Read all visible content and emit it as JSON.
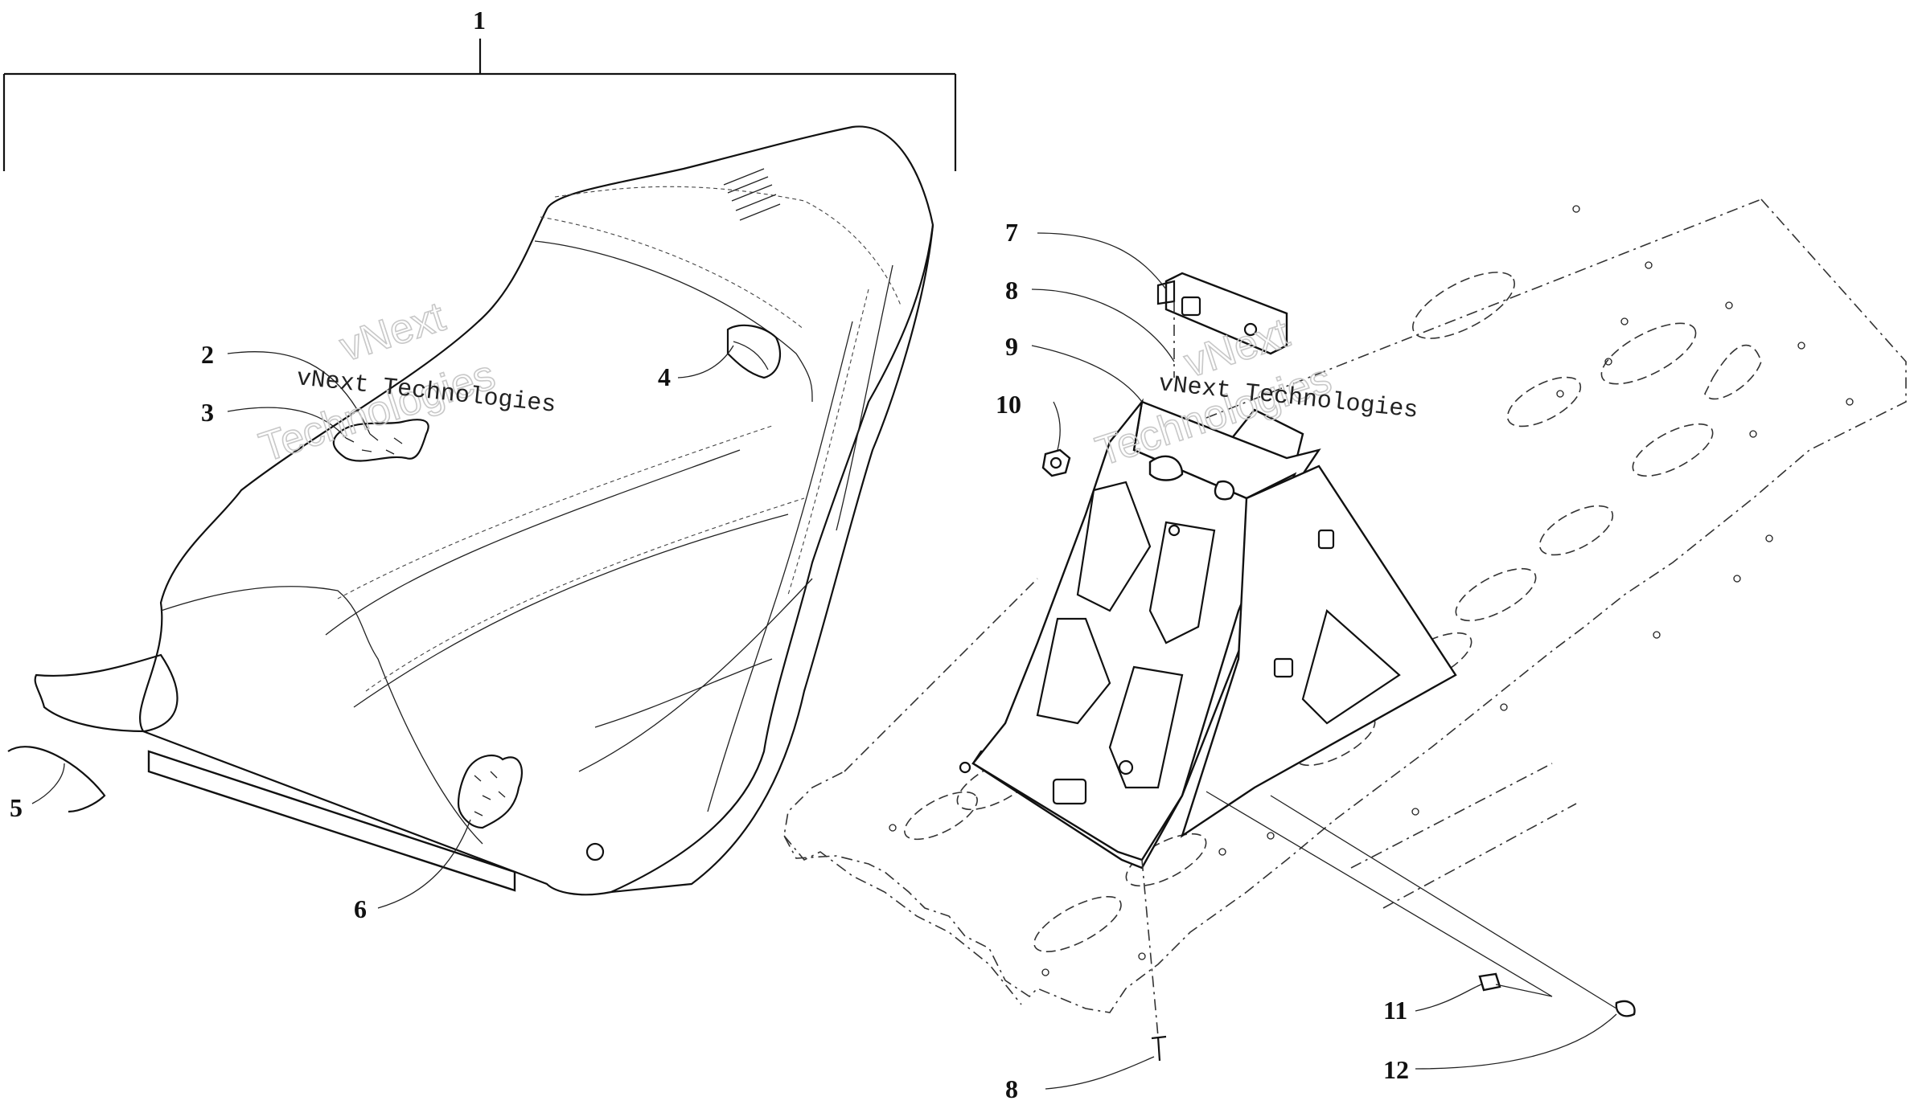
{
  "callouts": {
    "c1": "1",
    "c2": "2",
    "c3": "3",
    "c4": "4",
    "c5": "5",
    "c6": "6",
    "c7": "7",
    "c8a": "8",
    "c9": "9",
    "c10": "10",
    "c11": "11",
    "c12": "12",
    "c8b": "8"
  },
  "watermarks": [
    {
      "line1": "vNext Technologies",
      "ghost1": "vNext",
      "ghost2": "Technologies"
    },
    {
      "line1": "vNext Technologies",
      "ghost1": "vNext",
      "ghost2": "Technologies"
    }
  ]
}
